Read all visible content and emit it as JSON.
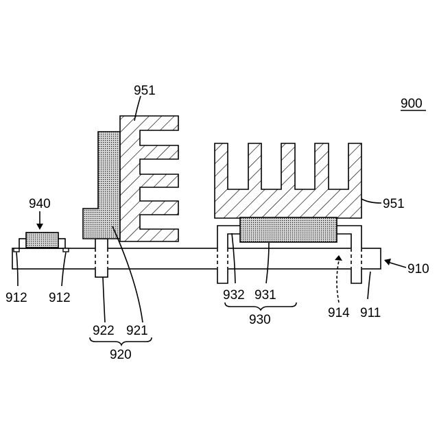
{
  "figure_label": "900",
  "labels": {
    "heat_sink_upper": "951",
    "heat_sink_right": "951",
    "module_940": "940",
    "board_910": "910",
    "substrate_911": "911",
    "pad_left": "912",
    "pad_right": "912",
    "via_914": "914",
    "comp_932": "932",
    "comp_931": "931",
    "group_930": "930",
    "comp_922": "922",
    "comp_921": "921",
    "group_920": "920"
  }
}
